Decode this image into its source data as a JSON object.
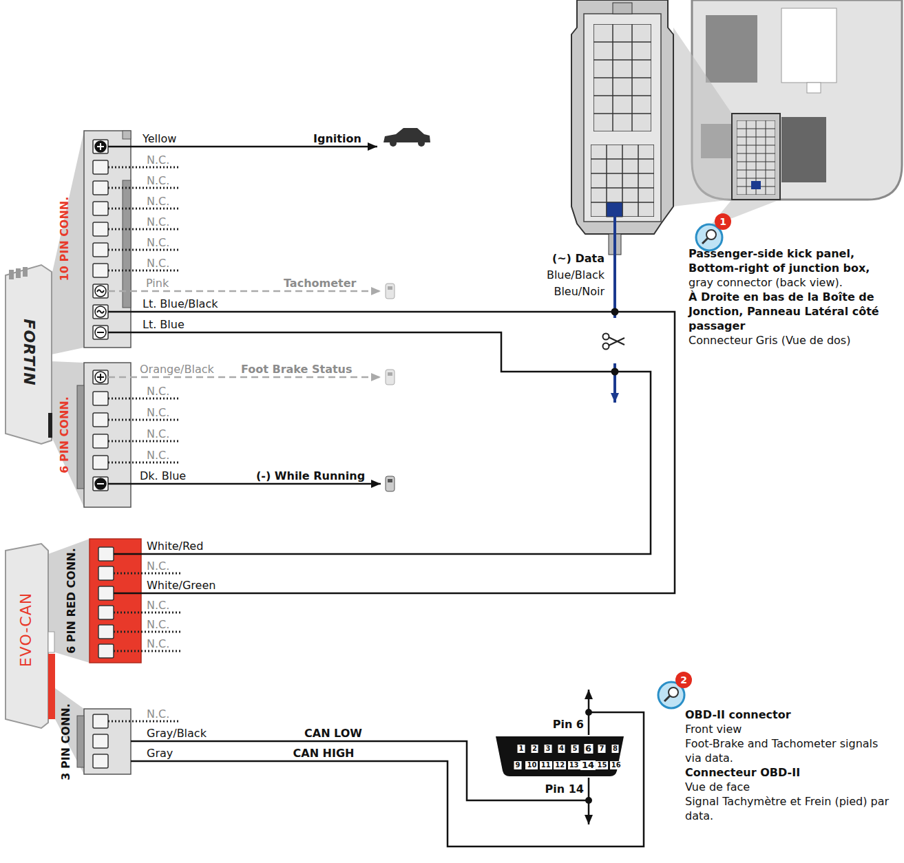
{
  "diagram": {
    "nodes": [
      {
        "text": [
          "FORTIN"
        ]
      },
      {
        "text": [
          "10 PIN CONN."
        ]
      },
      {
        "text": [
          "6 PIN CONN."
        ]
      },
      {
        "text": [
          "EVO-CAN"
        ]
      },
      {
        "text": [
          "6 PIN RED CONN."
        ]
      },
      {
        "text": [
          "3 PIN CONN."
        ]
      },
      {
        "text": [
          "1",
          "2",
          "3",
          "4",
          "5",
          "6",
          "7",
          "8",
          "9",
          "10",
          "11",
          "12",
          "13",
          "14",
          "15",
          "16"
        ]
      }
    ],
    "edges": [
      {
        "from": 5,
        "to": 6,
        "arrow": "none",
        "label": "CAN LOW"
      },
      {
        "from": 5,
        "to": 6,
        "arrow": "none",
        "label": "CAN HIGH"
      }
    ],
    "labels": [
      "Yellow",
      "N.C.",
      "N.C.",
      "N.C.",
      "N.C.",
      "N.C.",
      "N.C.",
      "Pink",
      "Tachometer",
      "Lt. Blue/Black",
      "Lt. Blue",
      "Ignition",
      "Orange/Black",
      "Foot Brake Status",
      "N.C.",
      "N.C.",
      "N.C.",
      "N.C.",
      "Dk. Blue",
      "(-) While Running",
      "White/Red",
      "N.C.",
      "White/Green",
      "N.C.",
      "N.C.",
      "N.C.",
      "N.C.",
      "Gray/Black",
      "Gray",
      "(~) Data",
      "Blue/Black",
      "Bleu/Noir",
      "1",
      "Passenger-side kick panel, Bottom-right of junction box,",
      "gray connector (back view).",
      "À Droite en bas de la Boîte de Jonction, Panneau Latéral côté passager",
      "Connecteur Gris (Vue de dos)",
      "2",
      "OBD-II connector",
      "Front view",
      "Foot-Brake and Tachometer signals via data.",
      "Connecteur OBD-II",
      "Vue de face",
      "Signal Tachymètre et Frein (pied) par data.",
      "Pin 6",
      "Pin 14"
    ]
  }
}
